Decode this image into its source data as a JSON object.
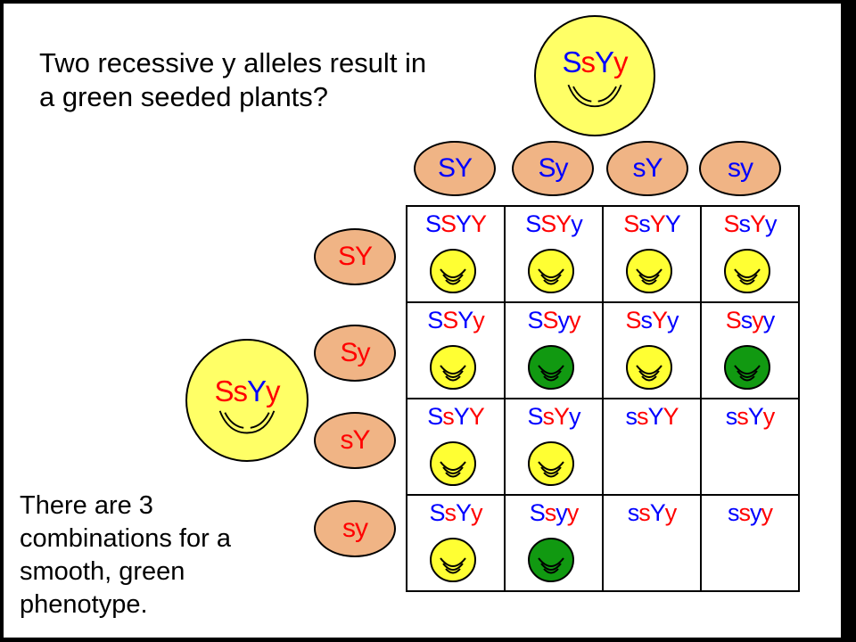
{
  "question": "Two recessive y alleles result in\na green seeded plants?",
  "bottom_text": "There are 3\ncombinations for a\nsmooth, green\nphenotype.",
  "parent_top": {
    "genotype": "SsYy",
    "colors": [
      "B",
      "R",
      "B",
      "R"
    ],
    "seed": "yellow"
  },
  "parent_left": {
    "genotype": "SsYy",
    "colors": [
      "R",
      "R",
      "B",
      "R"
    ],
    "seed": "yellow"
  },
  "top_gametes": [
    {
      "label": "SY",
      "colors": [
        "B",
        "B"
      ]
    },
    {
      "label": "Sy",
      "colors": [
        "B",
        "B"
      ]
    },
    {
      "label": "sY",
      "colors": [
        "B",
        "B"
      ]
    },
    {
      "label": "sy",
      "colors": [
        "B",
        "B"
      ]
    }
  ],
  "left_gametes": [
    {
      "label": "SY",
      "colors": [
        "R",
        "R"
      ]
    },
    {
      "label": "Sy",
      "colors": [
        "R",
        "R"
      ]
    },
    {
      "label": "sY",
      "colors": [
        "R",
        "R"
      ]
    },
    {
      "label": "sy",
      "colors": [
        "R",
        "R"
      ]
    }
  ],
  "cells": [
    [
      {
        "genotype": "SSYY",
        "colors": [
          "B",
          "R",
          "B",
          "R"
        ],
        "seed": "yellow"
      },
      {
        "genotype": "SSYy",
        "colors": [
          "B",
          "R",
          "R",
          "B"
        ],
        "seed": "yellow"
      },
      {
        "genotype": "SsYY",
        "colors": [
          "R",
          "B",
          "R",
          "B"
        ],
        "seed": "yellow"
      },
      {
        "genotype": "SsYy",
        "colors": [
          "R",
          "B",
          "R",
          "B"
        ],
        "seed": "yellow"
      }
    ],
    [
      {
        "genotype": "SSYy",
        "colors": [
          "B",
          "R",
          "B",
          "R"
        ],
        "seed": "yellow"
      },
      {
        "genotype": "SSyy",
        "colors": [
          "B",
          "R",
          "B",
          "R"
        ],
        "seed": "green"
      },
      {
        "genotype": "SsYy",
        "colors": [
          "R",
          "B",
          "R",
          "B"
        ],
        "seed": "yellow"
      },
      {
        "genotype": "Ssyy",
        "colors": [
          "R",
          "B",
          "R",
          "B"
        ],
        "seed": "green"
      }
    ],
    [
      {
        "genotype": "SsYY",
        "colors": [
          "B",
          "R",
          "B",
          "R"
        ],
        "seed": "yellow"
      },
      {
        "genotype": "SsYy",
        "colors": [
          "B",
          "R",
          "R",
          "B"
        ],
        "seed": "yellow"
      },
      {
        "genotype": "ssYY",
        "colors": [
          "B",
          "R",
          "B",
          "R"
        ],
        "seed": "none"
      },
      {
        "genotype": "ssYy",
        "colors": [
          "B",
          "R",
          "B",
          "R"
        ],
        "seed": "none"
      }
    ],
    [
      {
        "genotype": "SsYy",
        "colors": [
          "B",
          "R",
          "B",
          "R"
        ],
        "seed": "yellow"
      },
      {
        "genotype": "Ssyy",
        "colors": [
          "B",
          "R",
          "B",
          "R"
        ],
        "seed": "green"
      },
      {
        "genotype": "ssYy",
        "colors": [
          "B",
          "R",
          "B",
          "R"
        ],
        "seed": "none"
      },
      {
        "genotype": "ssyy",
        "colors": [
          "B",
          "R",
          "B",
          "R"
        ],
        "seed": "none"
      }
    ]
  ],
  "palette": {
    "R": "#ff0000",
    "B": "#0000ff",
    "yellow": "#ffff33",
    "green": "#119911",
    "gamete_fill": "#f0b485"
  }
}
